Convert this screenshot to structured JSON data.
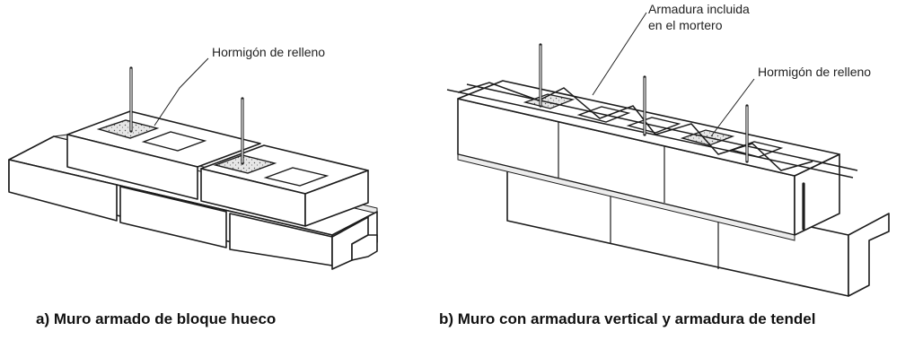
{
  "panel_a": {
    "caption": "a) Muro armado de bloque hueco",
    "label_fill": "Hormigón de relleno"
  },
  "panel_b": {
    "caption": "b) Muro con armadura vertical y armadura de tendel",
    "label_reinforcement_line1": "Armadura incluida",
    "label_reinforcement_line2": "en el mortero",
    "label_fill": "Hormigón de relleno"
  }
}
